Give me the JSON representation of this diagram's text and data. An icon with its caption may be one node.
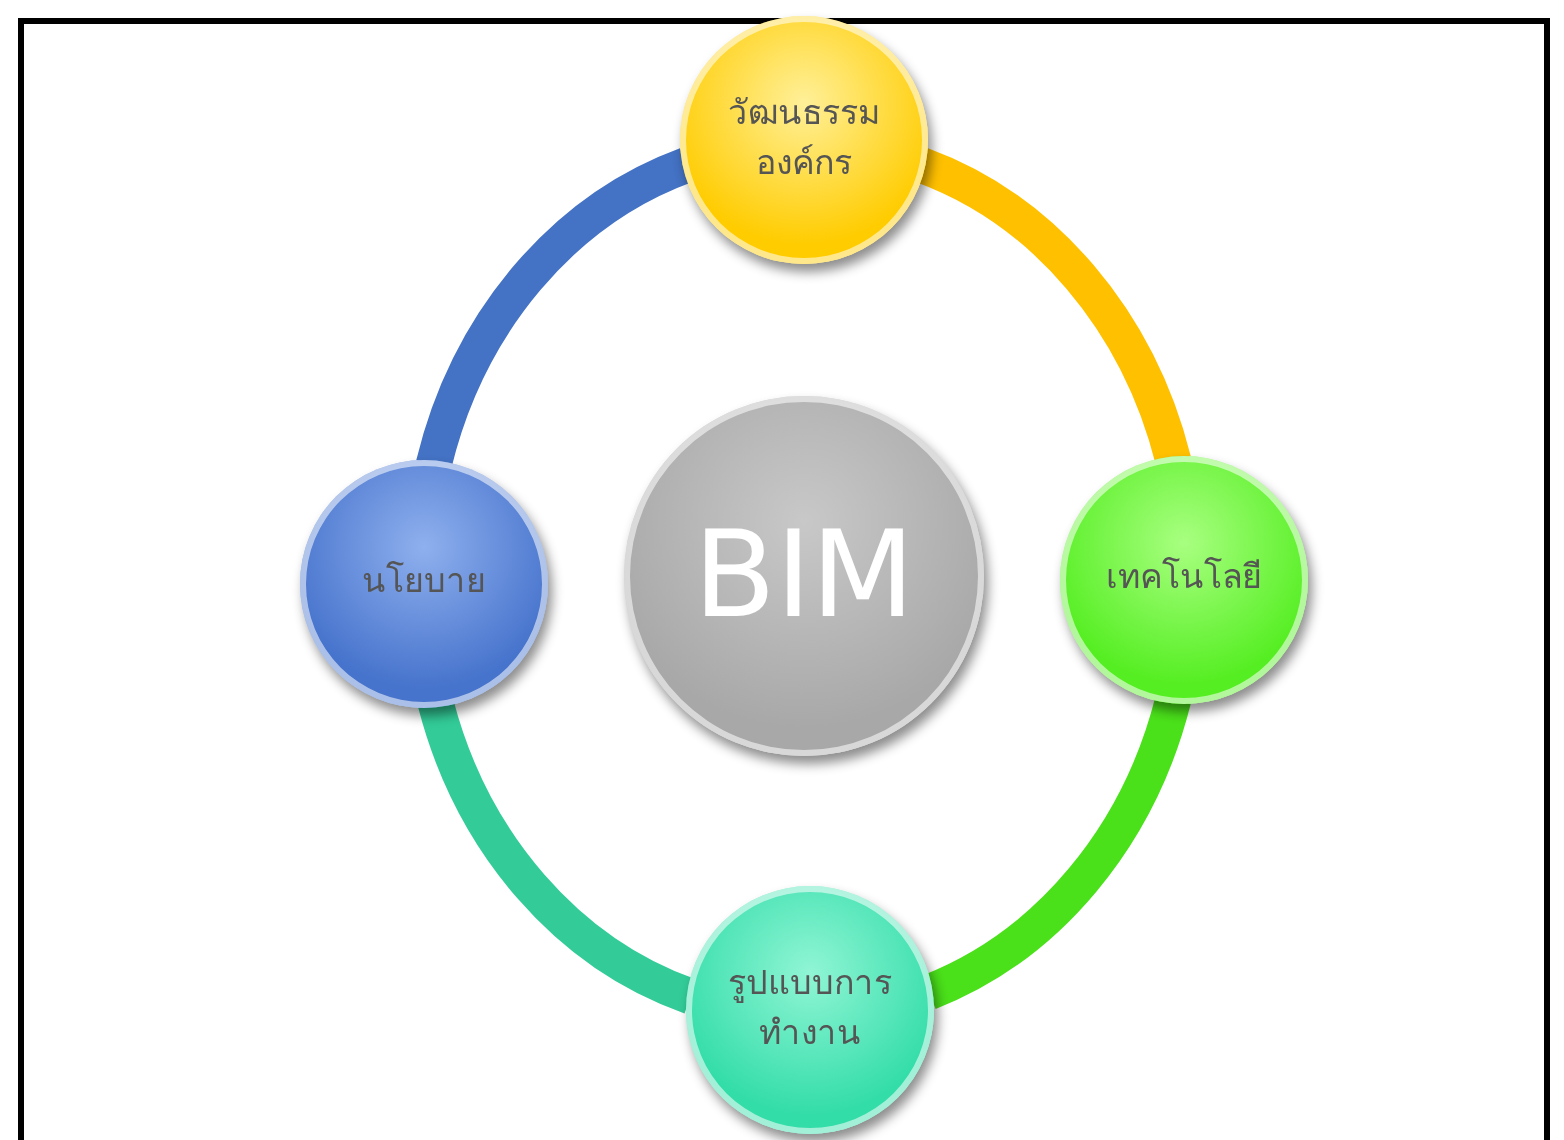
{
  "diagram": {
    "nodes": [
      {
        "text": [
          "วัฒนธรรมองค์กร"
        ]
      },
      {
        "text": [
          "นโยบาย"
        ]
      },
      {
        "text": [
          "BIM"
        ]
      },
      {
        "text": [
          "เทคโนโลยี"
        ]
      },
      {
        "text": [
          "รูปแบบการทำงาน"
        ]
      }
    ],
    "edges": [
      {
        "from": 0,
        "to": 3,
        "arrow": "none",
        "color": "#ffc000"
      },
      {
        "from": 3,
        "to": 4,
        "arrow": "none",
        "color": "#4ae01a"
      },
      {
        "from": 4,
        "to": 1,
        "arrow": "none",
        "color": "#33cc99"
      },
      {
        "from": 1,
        "to": 0,
        "arrow": "none",
        "color": "#4472c4"
      }
    ]
  }
}
